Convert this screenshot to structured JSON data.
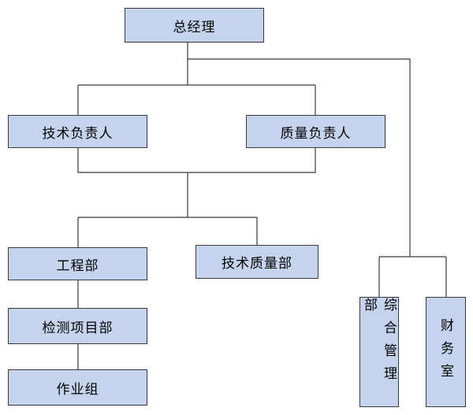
{
  "nodes": {
    "general_manager": "总经理",
    "tech_lead": "技术负责人",
    "quality_lead": "质量负责人",
    "engineering_dept": "工程部",
    "tech_quality_dept": "技术质量部",
    "testing_project_dept": "检测项目部",
    "work_group": "作业组",
    "general_affairs_dept": "综合管理部",
    "finance_office": "财务室"
  },
  "colors": {
    "node_fill": "#c5d4ec",
    "line": "#3a3a3a"
  }
}
